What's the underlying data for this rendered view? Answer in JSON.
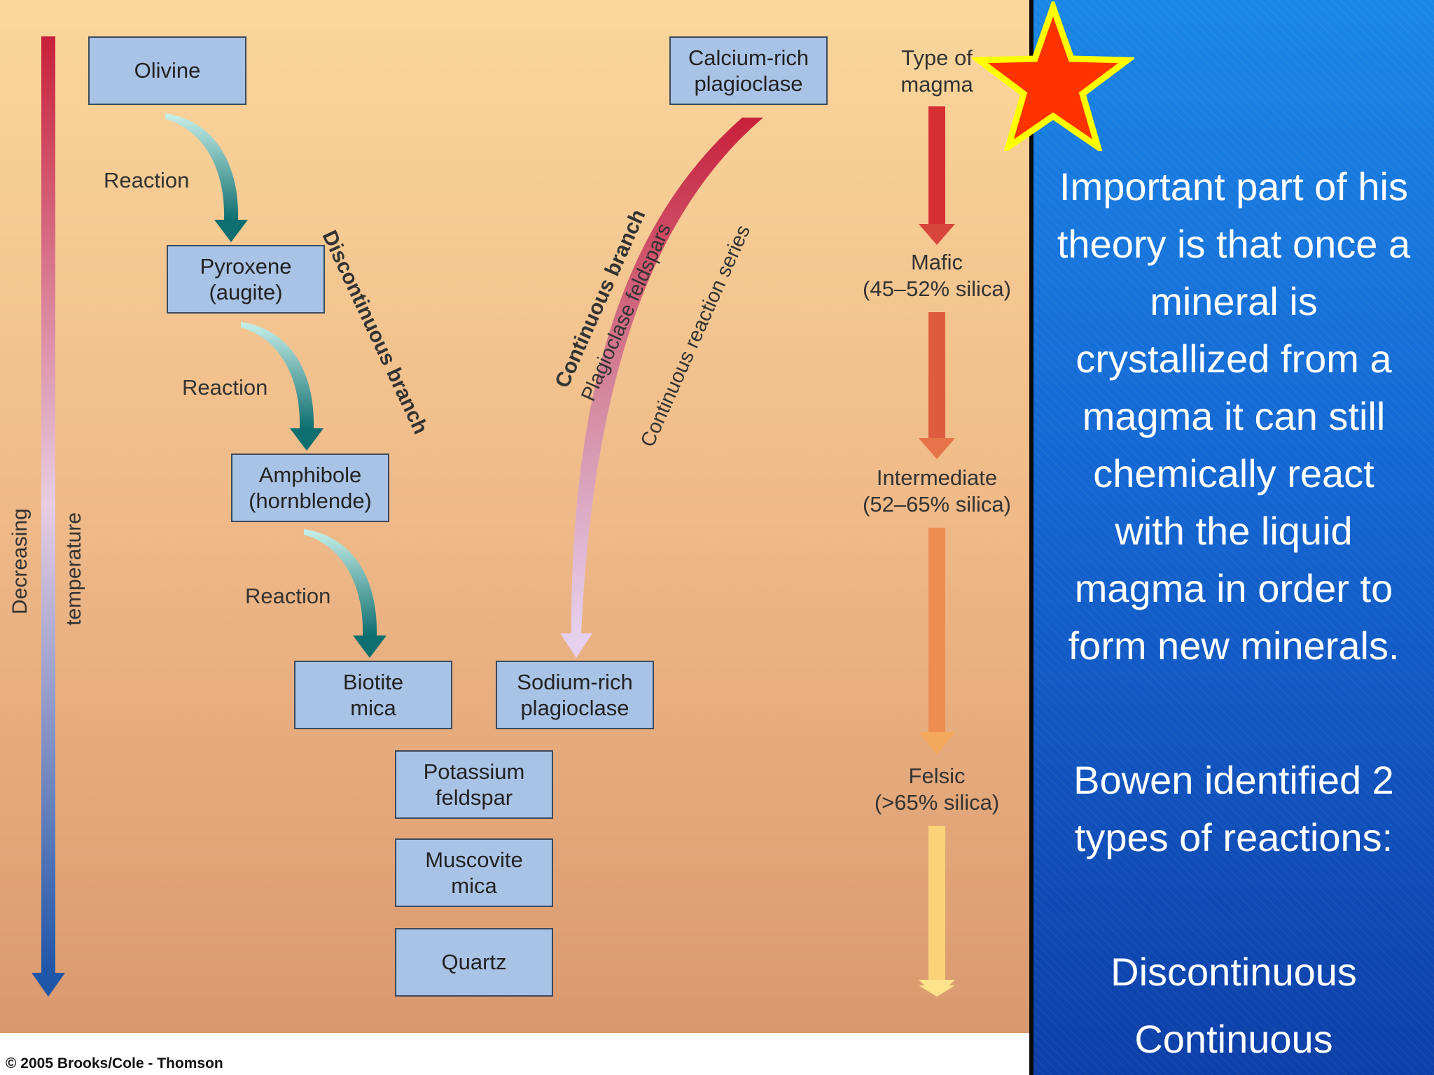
{
  "diagram": {
    "minerals": {
      "olivine": "Olivine",
      "pyroxene": "Pyroxene\n(augite)",
      "amphibole": "Amphibole\n(hornblende)",
      "biotite": "Biotite\nmica",
      "potassium_feldspar": "Potassium\nfeldspar",
      "muscovite": "Muscovite\nmica",
      "quartz": "Quartz",
      "calcium_plagioclase": "Calcium-rich\nplagioclase",
      "sodium_plagioclase": "Sodium-rich\nplagioclase"
    },
    "reaction_label": "Reaction",
    "temperature_label_1": "Decreasing",
    "temperature_label_2": "temperature",
    "discontinuous_branch": "Discontinuous branch",
    "continuous_branch": "Continuous branch",
    "plagioclase_feldspars": "Plagioclase feldspars",
    "continuous_reaction_series": "Continuous reaction series",
    "magma": {
      "title": "Type of\nmagma",
      "mafic": "Mafic\n(45–52% silica)",
      "intermediate": "Intermediate\n(52–65% silica)",
      "felsic": "Felsic\n(>65% silica)"
    },
    "copyright": "© 2005 Brooks/Cole - Thomson"
  },
  "side_text": {
    "paragraph_1": "Important part of his\ntheory is that once a\nmineral is\ncrystallized from a\nmagma it can still\nchemically react\nwith the liquid\nmagma in order to\nform new minerals.",
    "paragraph_2": "Bowen identified 2\ntypes of reactions:",
    "type_1": "Discontinuous",
    "type_2": "Continuous"
  },
  "colors": {
    "mineral_box": "#a9c3e6",
    "side_panel": "#1466d2",
    "star_fill": "#ff3300",
    "star_outline": "#ffff00"
  },
  "icons": [
    "star-icon",
    "reaction-arrow-icon",
    "temperature-arrow-icon",
    "magma-arrow-icon"
  ]
}
